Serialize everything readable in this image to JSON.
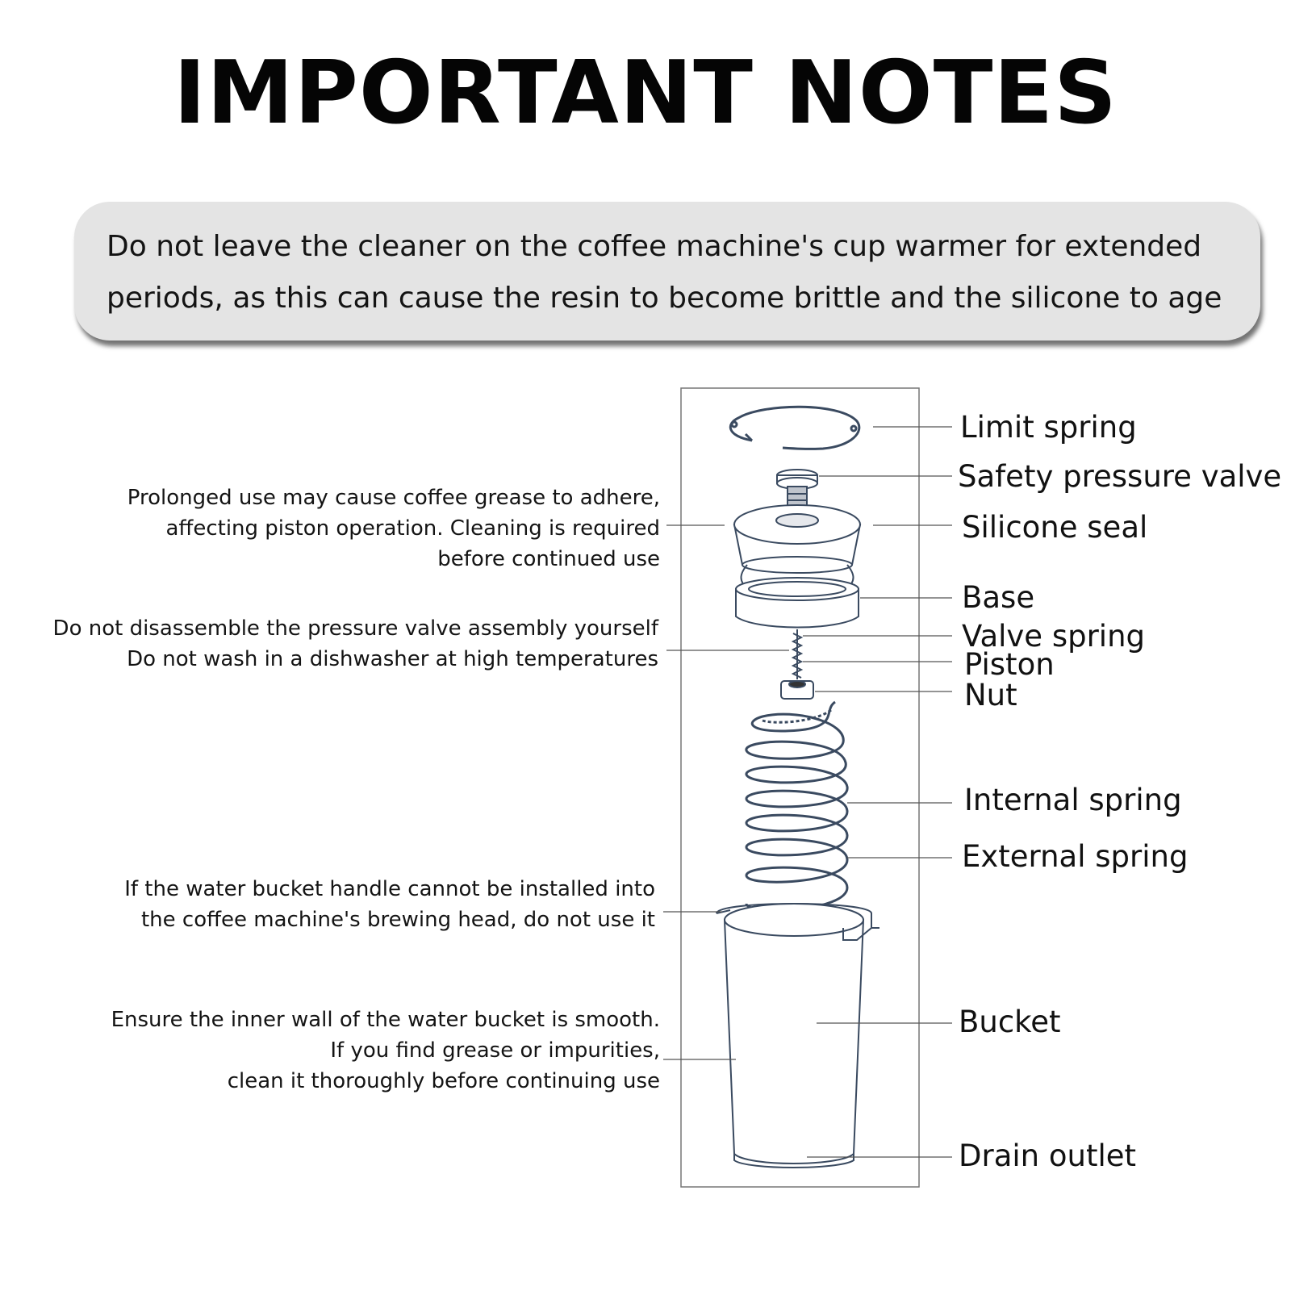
{
  "title": "IMPORTANT NOTES",
  "warning": {
    "line1": "Do not leave the cleaner on the coffee machine's cup warmer for extended",
    "line2": "periods, as this can cause the resin to become brittle and the silicone to age"
  },
  "notes": [
    {
      "lines": [
        "Prolonged use may cause coffee grease to adhere,",
        "affecting piston operation. Cleaning is required",
        "before continued use"
      ]
    },
    {
      "lines": [
        "Do not disassemble the pressure valve assembly yourself",
        "Do not wash in a dishwasher at high temperatures"
      ]
    },
    {
      "lines": [
        "If the water bucket handle cannot be installed into",
        "the coffee machine's brewing head, do not use it"
      ]
    },
    {
      "lines": [
        "Ensure the inner wall of the water bucket is smooth.",
        "If you find grease or impurities,",
        "clean it thoroughly before continuing use"
      ]
    }
  ],
  "parts": {
    "limit_spring": "Limit spring",
    "safety_pressure_valve": "Safety pressure valve",
    "silicone_seal": "Silicone seal",
    "base": "Base",
    "valve_spring": "Valve spring",
    "piston": "Piston",
    "nut": "Nut",
    "internal_spring": "Internal spring",
    "external_spring": "External spring",
    "bucket": "Bucket",
    "drain_outlet": "Drain outlet"
  }
}
